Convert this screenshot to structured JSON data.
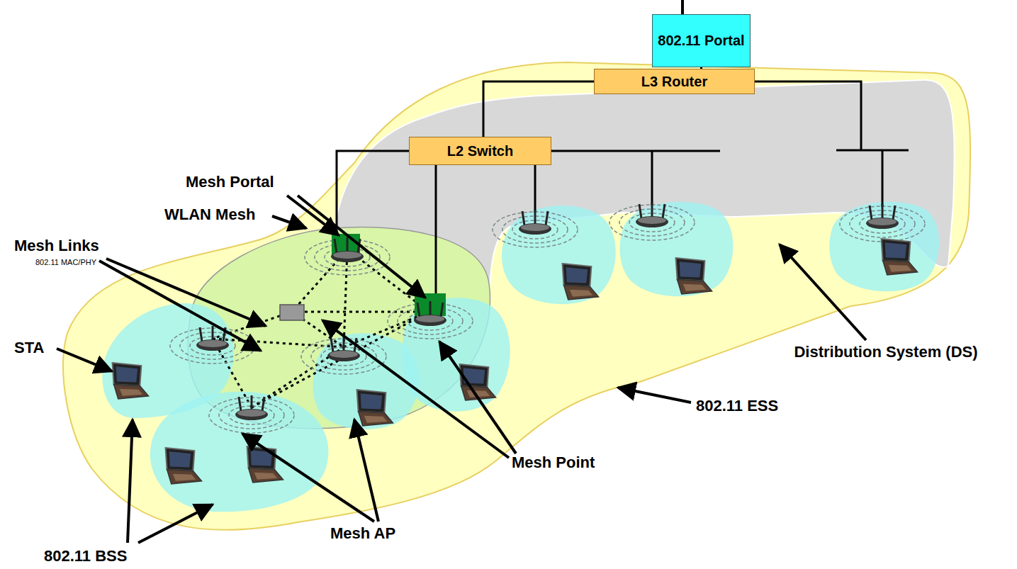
{
  "diagram": {
    "nodes": [
      {
        "text": [
          "802.11 Portal"
        ]
      },
      {
        "text": [
          "L3 Router"
        ]
      },
      {
        "text": [
          "L2 Switch"
        ]
      }
    ],
    "edges": [
      {
        "from": 0,
        "to": 1,
        "arrow": "none"
      },
      {
        "from": 1,
        "to": 2,
        "arrow": "none"
      }
    ],
    "labels": [
      "Mesh Portal",
      "WLAN Mesh",
      "Mesh Links",
      "802.11 MAC/PHY",
      "STA",
      "802.11 BSS",
      "Mesh AP",
      "Mesh Point",
      "Distribution System (DS)",
      "802.11 ESS"
    ]
  }
}
